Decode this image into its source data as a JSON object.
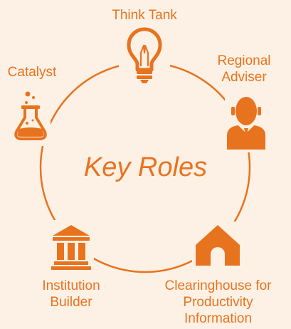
{
  "title": "Key Roles",
  "roles": [
    {
      "lines": [
        "Think Tank"
      ],
      "icon": "lightbulb-icon"
    },
    {
      "lines": [
        "Regional",
        "Adviser"
      ],
      "icon": "businessman-icon"
    },
    {
      "lines": [
        "Clearinghouse for",
        "Productivity",
        "Information"
      ],
      "icon": "house-icon"
    },
    {
      "lines": [
        "Institution",
        "Builder"
      ],
      "icon": "institution-building-icon"
    },
    {
      "lines": [
        "Catalyst"
      ],
      "icon": "flask-icon"
    }
  ],
  "colors": {
    "accent": "#e8731f",
    "background": "#fdf1e5"
  }
}
